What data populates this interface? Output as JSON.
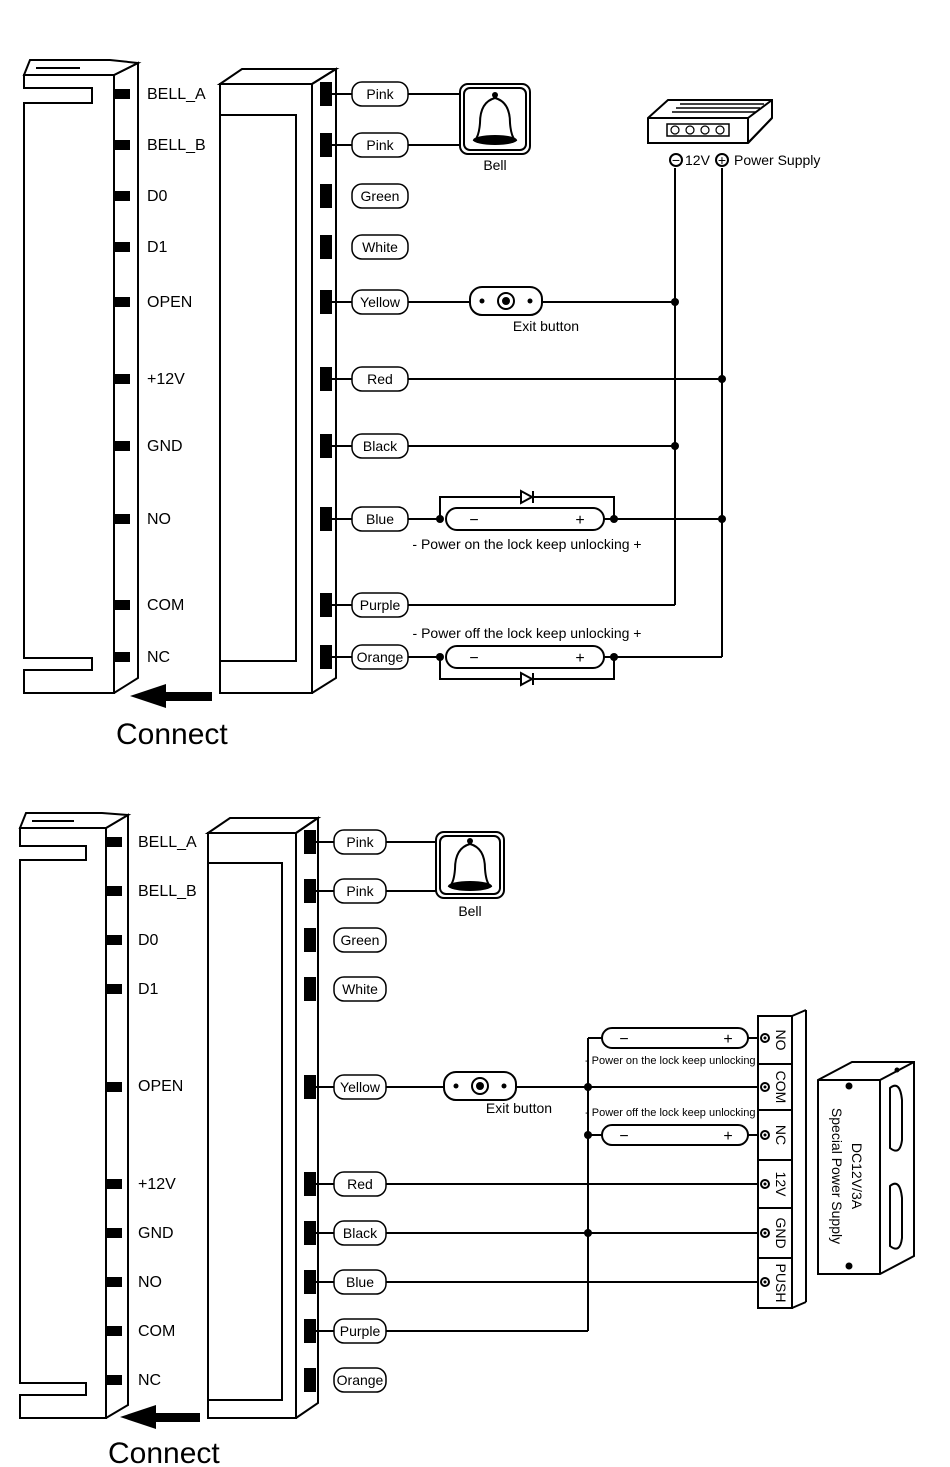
{
  "diagram1": {
    "pins": [
      "BELL_A",
      "BELL_B",
      "D0",
      "D1",
      "OPEN",
      "+12V",
      "GND",
      "NO",
      "COM",
      "NC"
    ],
    "wires": [
      "Pink",
      "Pink",
      "Green",
      "White",
      "Yellow",
      "Red",
      "Black",
      "Blue",
      "Purple",
      "Orange"
    ],
    "bell_label": "Bell",
    "exit_button_label": "Exit button",
    "power_supply_label": "Power Supply",
    "psu_voltage": "12V",
    "psu_minus": "−",
    "psu_plus": "+",
    "lock_on_label": "-  Power on the lock keep unlocking  +",
    "lock_off_label": "-  Power off the lock keep unlocking  +",
    "lock_minus": "−",
    "lock_plus": "+",
    "connect_label": "Connect"
  },
  "diagram2": {
    "pins": [
      "BELL_A",
      "BELL_B",
      "D0",
      "D1",
      "OPEN",
      "+12V",
      "GND",
      "NO",
      "COM",
      "NC"
    ],
    "wires": [
      "Pink",
      "Pink",
      "Green",
      "White",
      "Yellow",
      "Red",
      "Black",
      "Blue",
      "Purple",
      "Orange"
    ],
    "bell_label": "Bell",
    "exit_button_label": "Exit button",
    "lock_on_label": "- Power on the lock keep unlocking +",
    "lock_off_label": "- Power off the lock keep unlocking +",
    "lock_minus": "−",
    "lock_plus": "+",
    "terminals": [
      "NO",
      "COM",
      "NC",
      "12V",
      "GND",
      "PUSH"
    ],
    "psu_model": "DC12V/3A",
    "psu_name": "Special Power Supply",
    "connect_label": "Connect"
  }
}
